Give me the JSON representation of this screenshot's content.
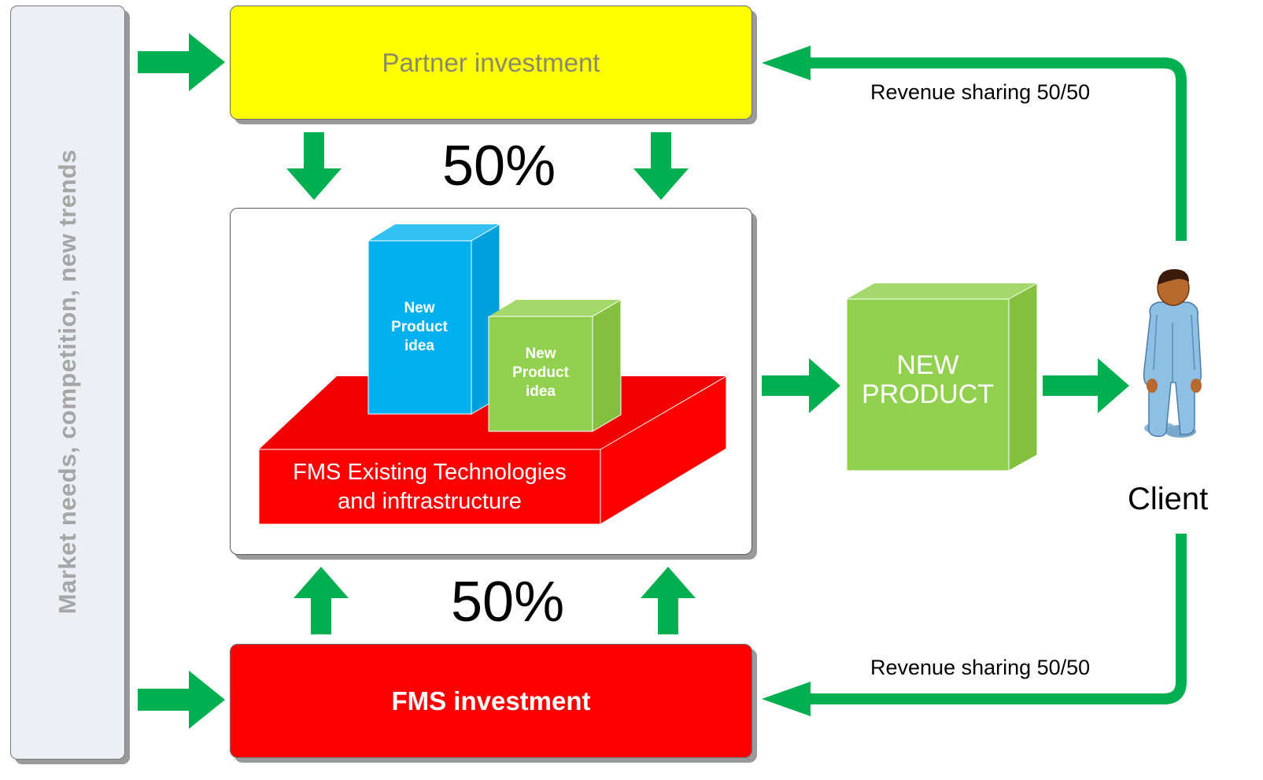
{
  "market_label": "Market needs, competition, new trends",
  "partner_label": "Partner investment",
  "fms_label": "FMS investment",
  "top_percent": "50%",
  "bottom_percent": "50%",
  "revenue_top": "Revenue sharing 50/50",
  "revenue_bottom": "Revenue sharing 50/50",
  "client_label": "Client",
  "base_block": {
    "line1": "FMS Existing Technologies",
    "line2": "and inftrastructure"
  },
  "idea_blue": {
    "line1": "New",
    "line2": "Product",
    "line3": "idea"
  },
  "idea_green": {
    "line1": "New",
    "line2": "Product",
    "line3": "idea"
  },
  "new_product": {
    "line1": "NEW",
    "line2": "PRODUCT"
  },
  "colors": {
    "arrow": "#00b050",
    "partner": "#ffff00",
    "fms": "#ff0000",
    "blue_cube": "#00b0f0",
    "green_cube": "#92d050",
    "panel_grey": "#eceff3"
  }
}
